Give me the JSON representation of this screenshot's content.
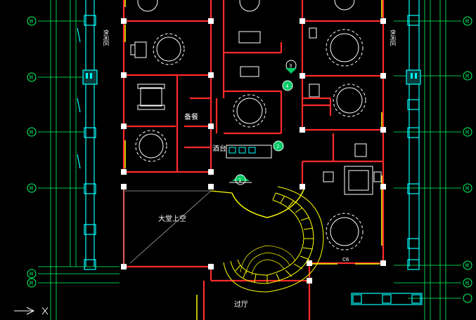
{
  "plan": {
    "rooms": {
      "hall_void": "大堂上空",
      "foyer": "过厅",
      "pantry": "备餐",
      "bar": "酒台",
      "lounge_left": "休闲区",
      "lounge_right": "休闲区"
    },
    "markers": {
      "m1": "1",
      "m2": "2",
      "m3": "3",
      "m4": "4"
    },
    "axis_left": [
      "H",
      "H",
      "H",
      "H",
      "H",
      "H"
    ],
    "axis_right": [
      "H",
      "H",
      "H",
      "H",
      "H",
      "H"
    ],
    "small_label": "C6"
  },
  "colors": {
    "wall": "#ff2a2a",
    "window": "#00ffff",
    "grid": "#00ff66",
    "furniture": "#ffffff",
    "accent": "#ffff00",
    "marker": "#00cc66"
  }
}
